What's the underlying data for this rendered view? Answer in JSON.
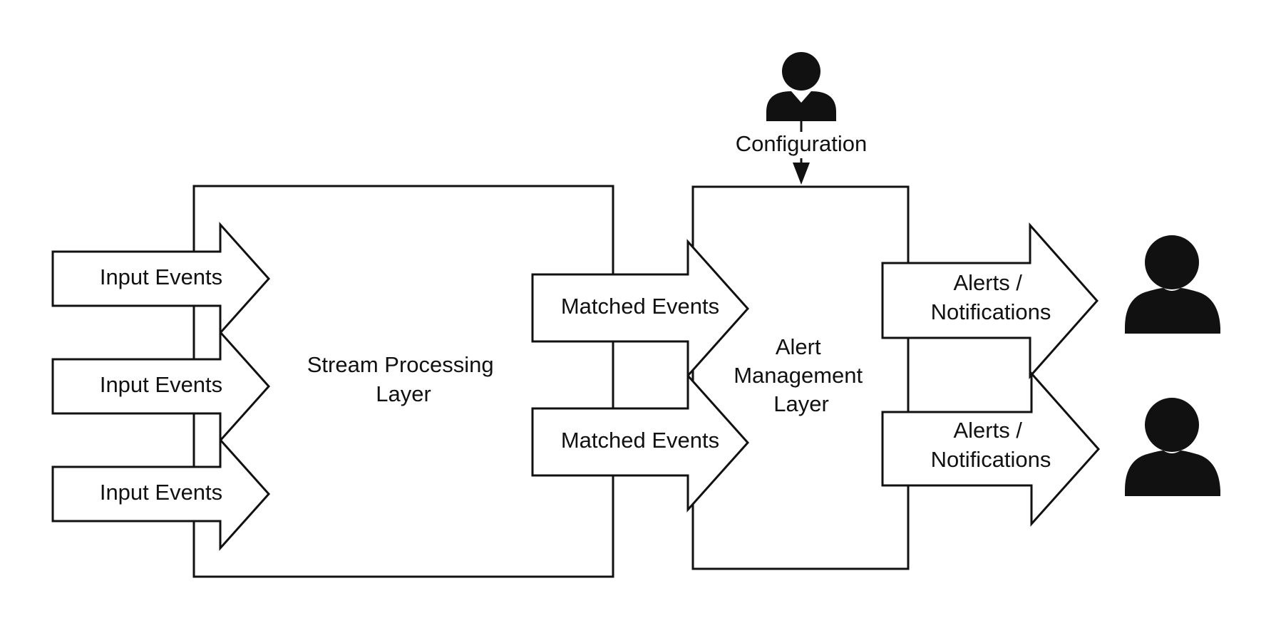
{
  "diagram": {
    "input_events": [
      "Input Events",
      "Input Events",
      "Input Events"
    ],
    "stream_layer": {
      "line1": "Stream Processing",
      "line2": "Layer"
    },
    "matched_events": [
      "Matched Events",
      "Matched Events"
    ],
    "alert_layer": {
      "line1": "Alert",
      "line2": "Management",
      "line3": "Layer"
    },
    "configuration": "Configuration",
    "alerts": [
      {
        "line1": "Alerts /",
        "line2": "Notifications"
      },
      {
        "line1": "Alerts /",
        "line2": "Notifications"
      }
    ],
    "icons": {
      "config_user": "user-icon",
      "recipients": [
        "user-icon",
        "user-icon"
      ]
    },
    "colors": {
      "stroke": "#111111",
      "fill": "#ffffff",
      "icon": "#111111"
    }
  }
}
